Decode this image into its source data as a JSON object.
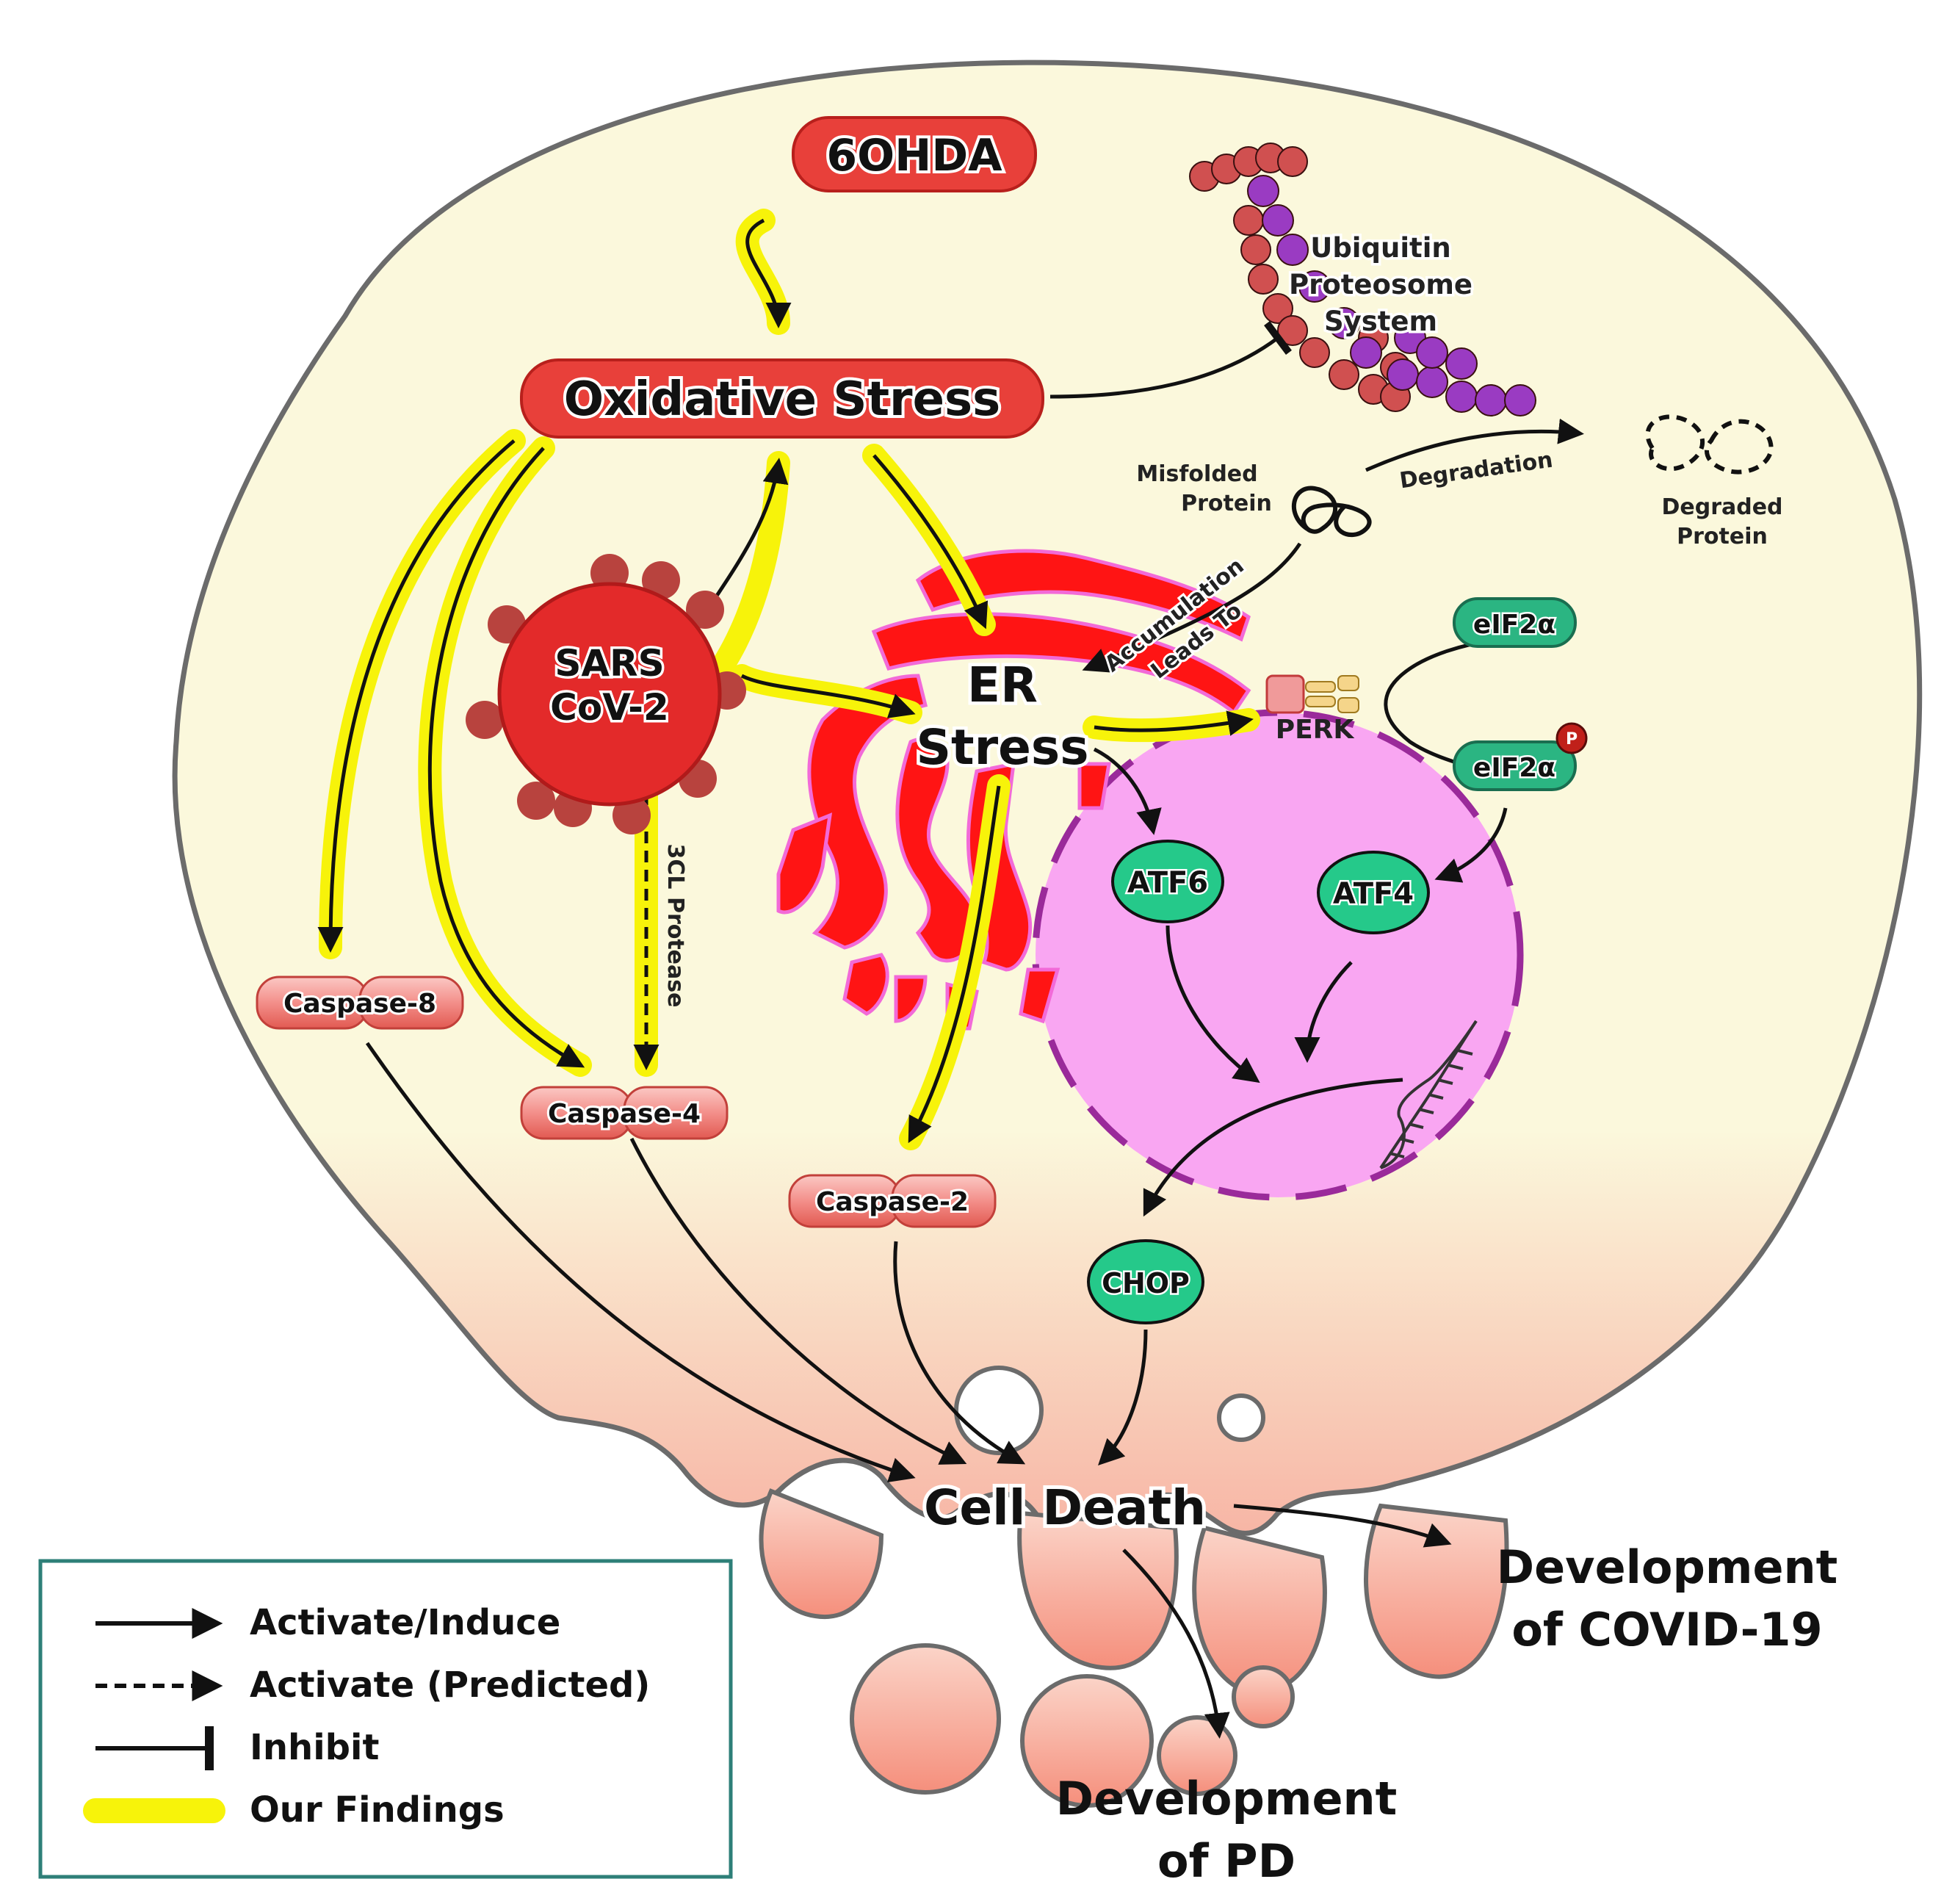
{
  "nodes": {
    "ohda": "6OHDA",
    "oxidative_stress": "Oxidative Stress",
    "sars_line1": "SARS",
    "sars_line2": "CoV-2",
    "er_line1": "ER",
    "er_line2": "Stress",
    "ups_line1": "Ubiquitin",
    "ups_line2": "Proteosome",
    "ups_line3": "System",
    "misfolded_line1": "Misfolded",
    "misfolded_line2": "Protein",
    "degradation": "Degradation",
    "degraded_line1": "Degraded",
    "degraded_line2": "Protein",
    "accumulation_line1": "Accumulation",
    "accumulation_line2": "Leads To",
    "perk": "PERK",
    "eif2a": "eIF2α",
    "eif2a_p": "eIF2α",
    "phospho": "P",
    "atf6": "ATF6",
    "atf4": "ATF4",
    "chop": "CHOP",
    "protease": "3CL Protease",
    "caspase8": "Caspase-8",
    "caspase4": "Caspase-4",
    "caspase2": "Caspase-2",
    "cell_death": "Cell Death",
    "dev_covid_line1": "Development",
    "dev_covid_line2": "of COVID-19",
    "dev_pd_line1": "Development",
    "dev_pd_line2": "of PD"
  },
  "legend": {
    "activate": "Activate/Induce",
    "predicted": "Activate (Predicted)",
    "inhibit": "Inhibit",
    "findings": "Our Findings"
  },
  "colors": {
    "cytoplasm": "#fbf8dc",
    "node_red": "#e8403a",
    "highlight": "#f7f30a",
    "er": "#ff1010",
    "nucleus": "#f9a6f2",
    "tf_green": "#25c98a",
    "caspase": "#f5a0a0"
  }
}
